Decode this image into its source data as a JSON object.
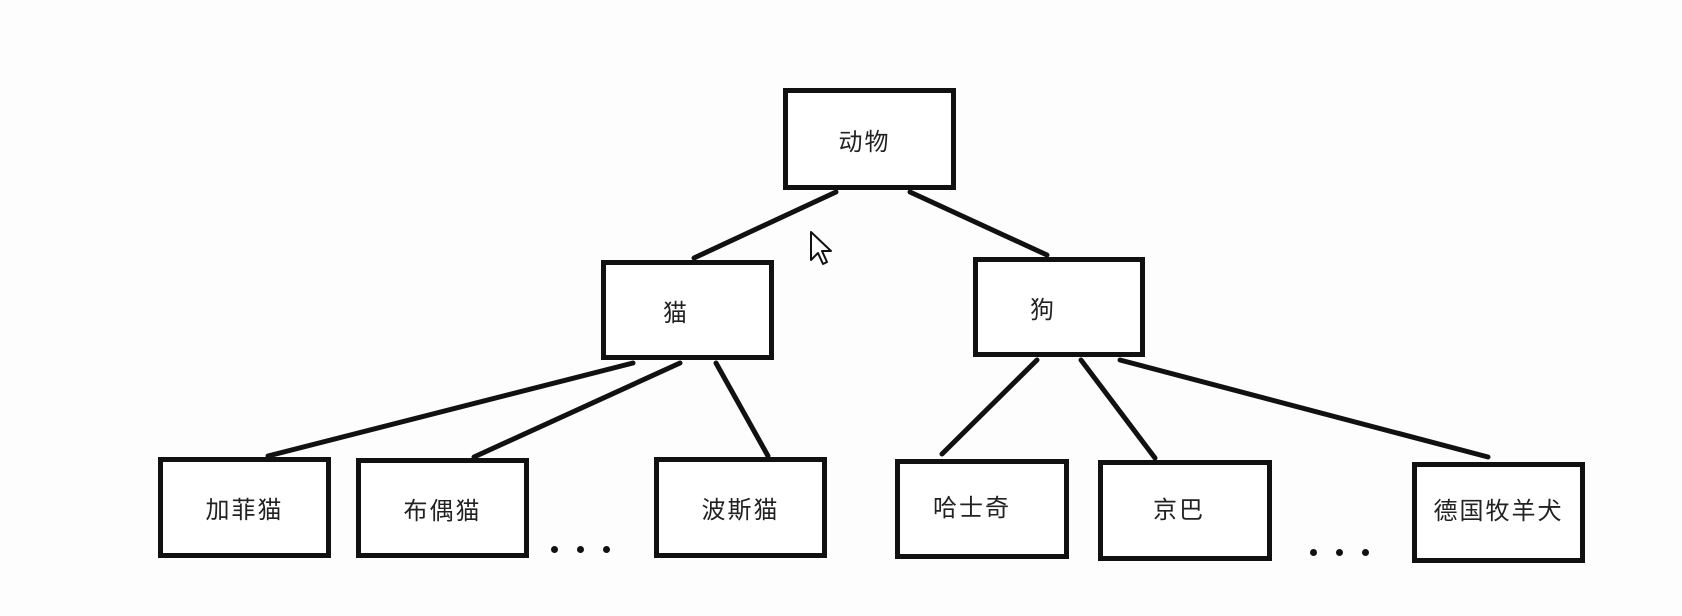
{
  "diagram": {
    "root": {
      "label": "动物"
    },
    "categories": [
      {
        "label": "猫",
        "children": [
          "加菲猫",
          "布偶猫",
          "波斯猫"
        ],
        "more": "..."
      },
      {
        "label": "狗",
        "children": [
          "哈士奇",
          "京巴",
          "德国牧羊犬"
        ],
        "more": "..."
      }
    ]
  },
  "colors": {
    "background": "#fdfdfd",
    "stroke": "#111111",
    "text": "#222222"
  }
}
